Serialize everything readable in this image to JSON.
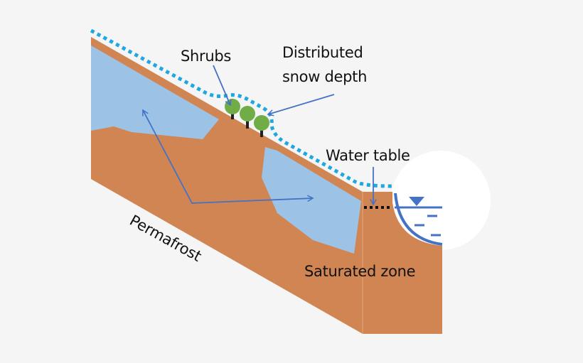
{
  "diagram": {
    "type": "hillslope cross-section",
    "labels": {
      "shrubs": "Shrubs",
      "snow_line1": "Distributed",
      "snow_line2": "snow depth",
      "water_table": "Water table",
      "permafrost": "Permafrost",
      "saturated_zone": "Saturated zone"
    },
    "colors": {
      "background": "#f5f5f5",
      "soil": "#d08552",
      "permafrost": "#9cc3e6",
      "snow_line": "#1fa7e0",
      "arrow": "#4472c4",
      "shrub": "#70ad47",
      "trunk": "#222222",
      "water": "#4472c4",
      "stream_circle": "#ffffff"
    }
  }
}
